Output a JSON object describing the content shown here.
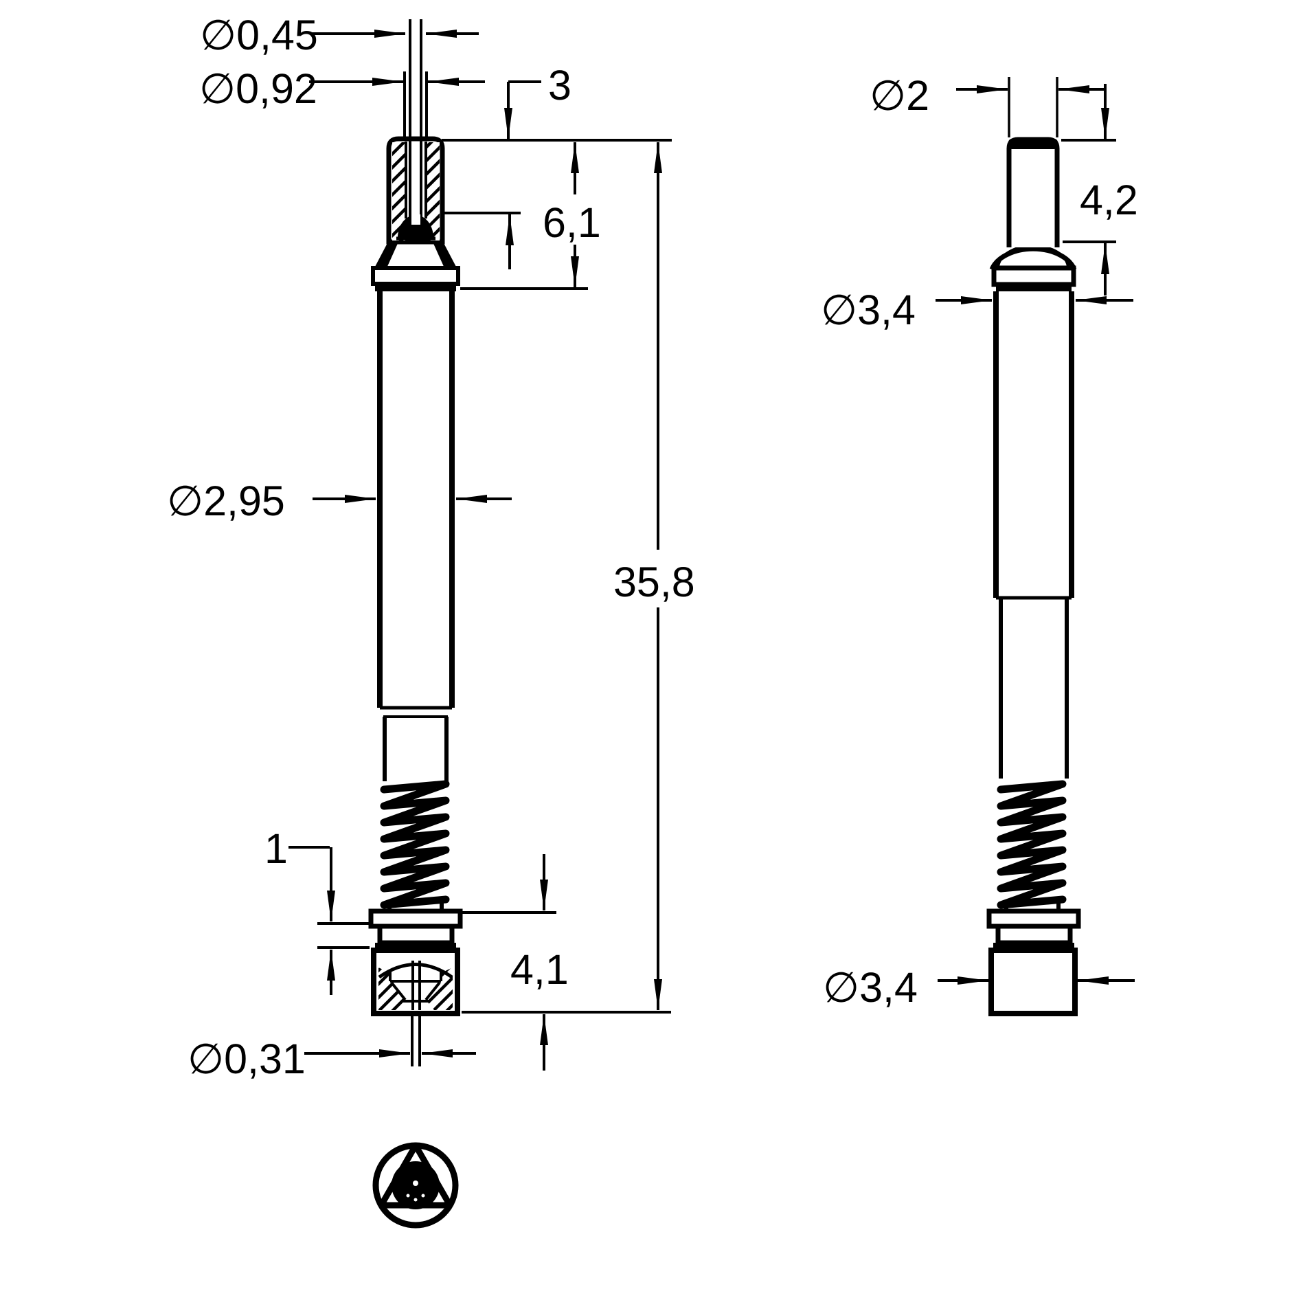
{
  "drawing": {
    "kind": "technical-dimension-drawing",
    "background_color": "#ffffff",
    "line_color": "#000000",
    "decimal_separator": ",",
    "dims_left": {
      "wire_top_dia": "∅0,45",
      "sleeve_dia": "∅0,92",
      "wire_stickout": "3",
      "head_length": "6,1",
      "barrel_dia": "∅2,95",
      "overall_length": "35,8",
      "ring_height": "1",
      "tip_section_length": "4,1",
      "bottom_wire_dia": "∅0,31"
    },
    "dims_right": {
      "plunger_dia": "∅2",
      "plunger_length": "4,2",
      "head_dia": "∅3,4",
      "cup_dia": "∅3,4"
    }
  }
}
